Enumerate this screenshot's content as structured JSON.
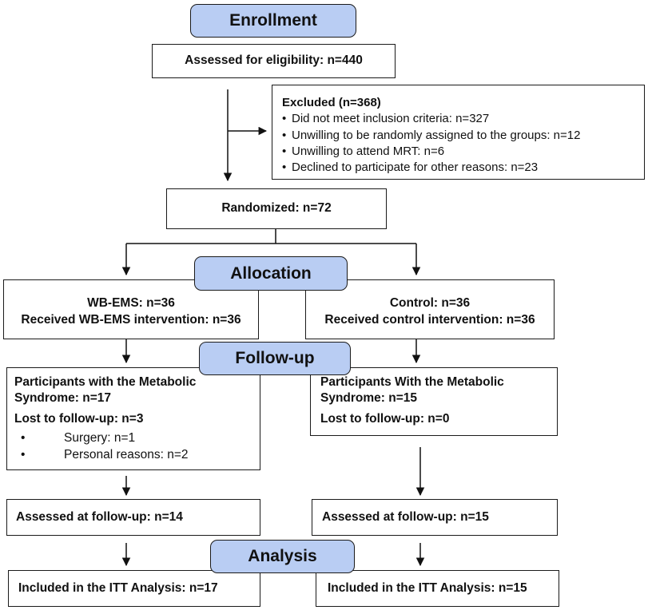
{
  "stages": {
    "enrollment": "Enrollment",
    "allocation": "Allocation",
    "followup": "Follow-up",
    "analysis": "Analysis"
  },
  "enrollment": {
    "assessed": "Assessed for eligibility: n=440",
    "excluded": {
      "title": "Excluded (n=368)",
      "reasons": [
        "Did not meet inclusion criteria: n=327",
        "Unwilling to be randomly assigned to the groups: n=12",
        "Unwilling to attend MRT: n=6",
        "Declined to participate for other reasons: n=23"
      ]
    },
    "randomized": "Randomized: n=72"
  },
  "allocation": {
    "wbems": {
      "line1": "WB-EMS: n=36",
      "line2": "Received WB-EMS intervention: n=36"
    },
    "control": {
      "line1": "Control: n=36",
      "line2": "Received control intervention: n=36"
    }
  },
  "followup": {
    "wbems": {
      "participants_1": "Participants with the Metabolic",
      "participants_2": "Syndrome: n=17",
      "lost": "Lost to follow-up: n=3",
      "reasons": [
        "Surgery: n=1",
        "Personal reasons: n=2"
      ]
    },
    "control": {
      "participants_1": "Participants With the Metabolic",
      "participants_2": "Syndrome: n=15",
      "lost": "Lost to follow-up: n=0"
    },
    "assessed_wbems": "Assessed at follow-up: n=14",
    "assessed_control": "Assessed at follow-up: n=15"
  },
  "analysis": {
    "wbems": "Included in the ITT Analysis: n=17",
    "control": "Included in the ITT Analysis: n=15"
  }
}
